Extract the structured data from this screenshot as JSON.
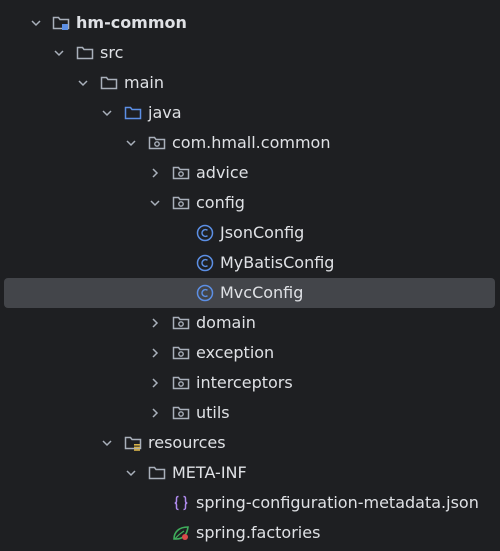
{
  "tree": {
    "module": "hm-common",
    "src": "src",
    "main": "main",
    "java": "java",
    "package": "com.hmall.common",
    "advice": "advice",
    "config": "config",
    "json_config": "JsonConfig",
    "mybatis_config": "MyBatisConfig",
    "mvc_config": "MvcConfig",
    "domain": "domain",
    "exception": "exception",
    "interceptors": "interceptors",
    "utils": "utils",
    "resources": "resources",
    "meta_inf": "META-INF",
    "metadata_json": "spring-configuration-metadata.json",
    "spring_factories": "spring.factories"
  },
  "colors": {
    "background": "#1e1f22",
    "selection": "#43454a",
    "text": "#dfe1e5",
    "folder_icon": "#a9b0bb",
    "source_folder_icon": "#5c8fe5",
    "class_icon": "#5c8fe5",
    "json_icon": "#b18cf0",
    "spring_icon": "#3fae5c"
  },
  "icons": {
    "expanded": "chevron-down-icon",
    "collapsed": "chevron-right-icon",
    "module": "module-folder-icon",
    "folder": "folder-icon",
    "source_folder": "source-folder-icon",
    "package": "package-icon",
    "class": "class-icon",
    "resources_folder": "resources-folder-icon",
    "json_file": "json-file-icon",
    "spring_file": "spring-factories-icon"
  }
}
